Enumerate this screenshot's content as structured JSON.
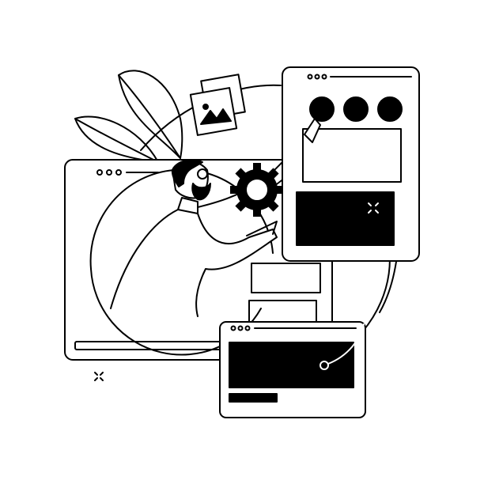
{
  "illustration": {
    "colors": {
      "line": "#000000",
      "fill": "#000000",
      "background": "#ffffff"
    },
    "icons": [
      "browser-window",
      "tablet-window",
      "small-window",
      "gear-icon",
      "photo-icon",
      "sparkle-icon",
      "leaf-plant"
    ]
  }
}
